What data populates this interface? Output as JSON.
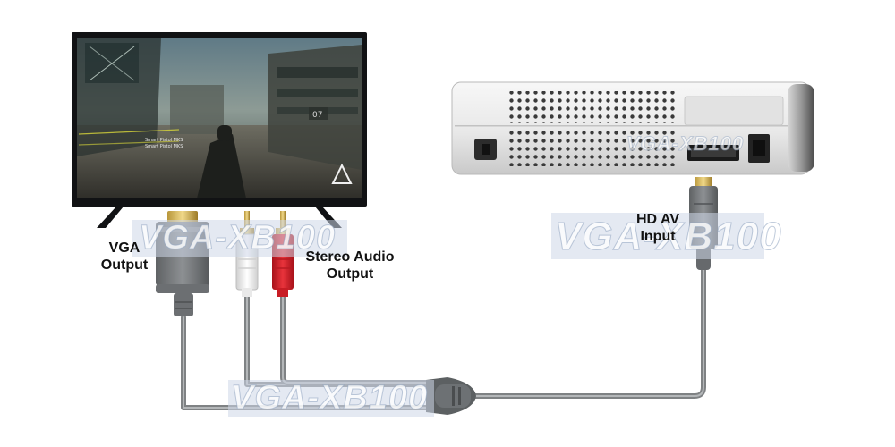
{
  "labels": {
    "vga_output": [
      "VGA",
      "Output"
    ],
    "stereo_audio_output": [
      "Stereo Audio",
      "Output"
    ],
    "hd_av_input": [
      "HD AV",
      "Input"
    ]
  },
  "watermark": "VGA-XB100",
  "game_hud": {
    "ammo": "07",
    "line1": "Smart Pistol MKS",
    "line2": "Smart Pistol MKS"
  },
  "colors": {
    "cable": "#8c8f91",
    "vga_connector": "#7a7d80",
    "rca_red": "#d8222b",
    "rca_white": "#f2f2f2",
    "console_body": "#eeeeee"
  }
}
